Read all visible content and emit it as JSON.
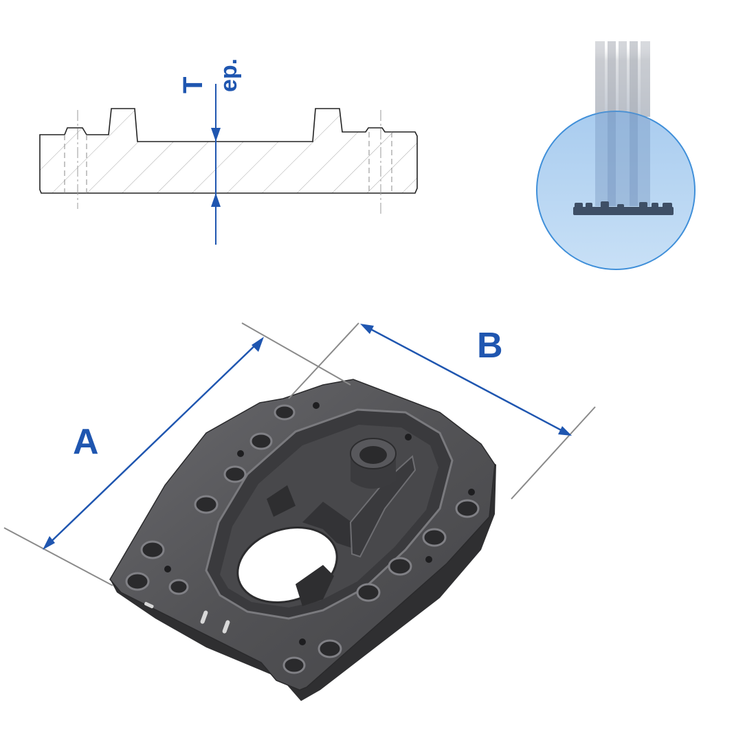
{
  "labels": {
    "thickness_symbol": "T",
    "thickness_abbrev": "ep.",
    "dim_a": "A",
    "dim_b": "B"
  },
  "colors": {
    "dimension_blue": "#1f56b0",
    "drawing_line": "#222222",
    "hatch": "#9a9a9a",
    "plate_dark": "#3f3f41",
    "plate_mid": "#4f4f52",
    "plate_light": "#6c6c70",
    "lens_fill": "#b9d6f2",
    "lens_border": "#3f8fd9"
  },
  "icons": {
    "cross_section": "section-drawing-icon",
    "inset": "magnified-side-view-icon",
    "part": "mounting-plate-3d-icon"
  }
}
